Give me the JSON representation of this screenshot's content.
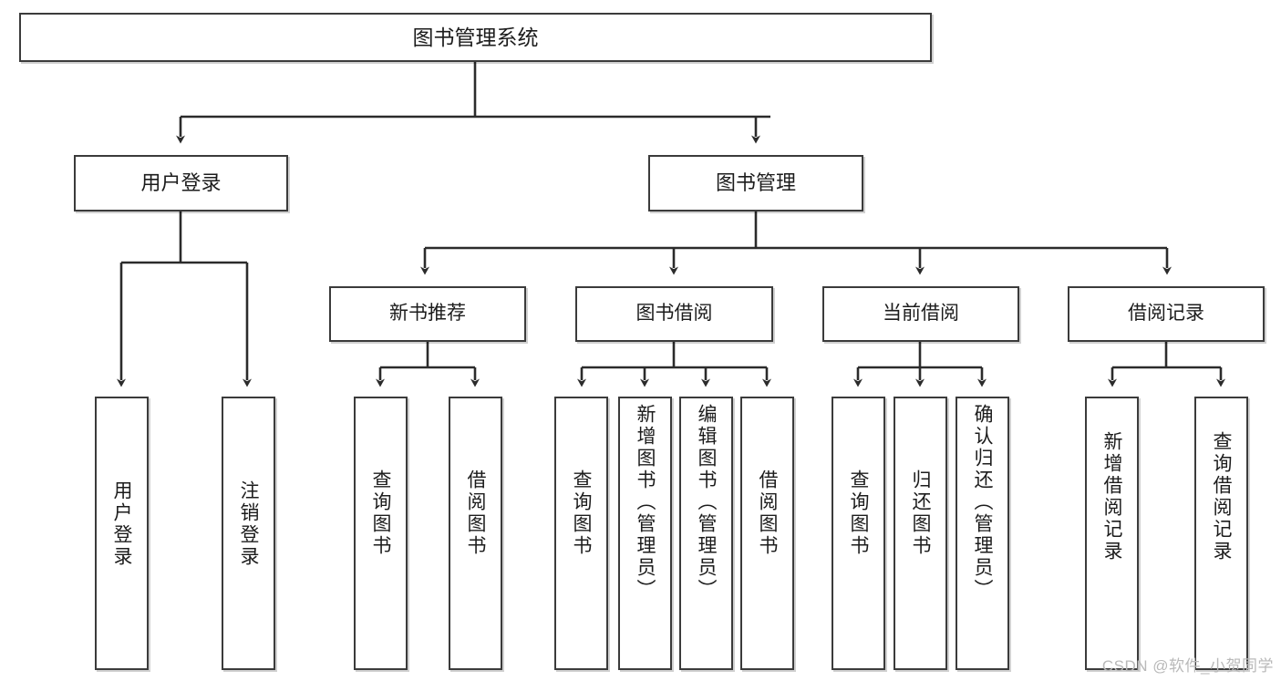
{
  "diagram": {
    "title": "图书管理系统",
    "type": "tree-hierarchy",
    "orientation": "top-down",
    "colors": {
      "box_border": "#3b3b3b",
      "box_fill": "#ffffff",
      "edge": "#2b2b2b",
      "text": "#1c1c1c",
      "watermark": "#b9b9b9"
    }
  },
  "watermark": {
    "text": "CSDN @软件_小贺同学"
  },
  "nodes": {
    "root": {
      "label": "图书管理系统"
    },
    "level2": [
      {
        "id": "user-login",
        "label": "用户登录"
      },
      {
        "id": "book-management",
        "label": "图书管理"
      }
    ],
    "level3": [
      {
        "id": "new-book-recommend",
        "label": "新书推荐"
      },
      {
        "id": "book-borrow",
        "label": "图书借阅"
      },
      {
        "id": "current-borrow",
        "label": "当前借阅"
      },
      {
        "id": "borrow-record",
        "label": "借阅记录"
      }
    ],
    "leaves": [
      {
        "id": "leaf-user-login",
        "label": "用户登录",
        "parent": "user-login"
      },
      {
        "id": "leaf-user-logout",
        "label": "注销登录",
        "parent": "user-login"
      },
      {
        "id": "leaf-query-book-1",
        "label": "查询图书",
        "parent": "new-book-recommend"
      },
      {
        "id": "leaf-borrow-book-1",
        "label": "借阅图书",
        "parent": "new-book-recommend"
      },
      {
        "id": "leaf-query-book-2",
        "label": "查询图书",
        "parent": "book-borrow"
      },
      {
        "id": "leaf-add-book-admin",
        "label": "新增图书（管理员）",
        "parent": "book-borrow"
      },
      {
        "id": "leaf-edit-book-admin",
        "label": "编辑图书（管理员）",
        "parent": "book-borrow"
      },
      {
        "id": "leaf-borrow-book-2",
        "label": "借阅图书",
        "parent": "book-borrow"
      },
      {
        "id": "leaf-query-book-3",
        "label": "查询图书",
        "parent": "current-borrow"
      },
      {
        "id": "leaf-return-book",
        "label": "归还图书",
        "parent": "current-borrow"
      },
      {
        "id": "leaf-confirm-return-admin",
        "label": "确认归还（管理员）",
        "parent": "current-borrow"
      },
      {
        "id": "leaf-add-borrow-record",
        "label": "新增借阅记录",
        "parent": "borrow-record"
      },
      {
        "id": "leaf-query-borrow-record",
        "label": "查询借阅记录",
        "parent": "borrow-record"
      }
    ]
  }
}
